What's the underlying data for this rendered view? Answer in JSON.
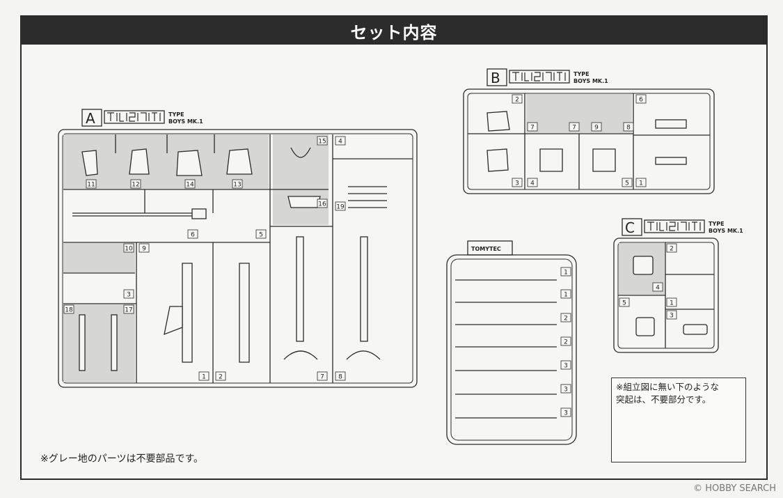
{
  "header": {
    "title": "セット内容"
  },
  "runners": {
    "A": {
      "letter": "A",
      "type_line1": "TYPE",
      "type_line2": "BOYS MK.1",
      "parts": [
        "11",
        "12",
        "14",
        "13",
        "15",
        "16",
        "4",
        "19",
        "6",
        "5",
        "10",
        "3",
        "9",
        "1",
        "2",
        "7",
        "8",
        "18",
        "17"
      ]
    },
    "B": {
      "letter": "B",
      "type_line1": "TYPE",
      "type_line2": "BOYS MK.1",
      "parts": [
        "2",
        "7",
        "7",
        "9",
        "8",
        "6",
        "3",
        "4",
        "5",
        "1"
      ]
    },
    "C": {
      "letter": "C",
      "type_line1": "TYPE",
      "type_line2": "BOYS MK.1",
      "parts": [
        "2",
        "4",
        "1",
        "5",
        "3"
      ]
    },
    "tomytec": {
      "label": "TOMYTEC",
      "parts": [
        "1",
        "1",
        "2",
        "2",
        "3",
        "3",
        "3"
      ]
    }
  },
  "notes": {
    "gray_parts": "※グレー地のパーツは不要部品です。",
    "callout_line1": "※組立図に無い下のような",
    "callout_line2": "突起は、不要部分です。"
  },
  "watermark": "© HOBBY SEARCH",
  "colors": {
    "gray_area": "#d6d6d4",
    "line": "#2a2a2a",
    "header_bg": "#2c2c2c"
  }
}
